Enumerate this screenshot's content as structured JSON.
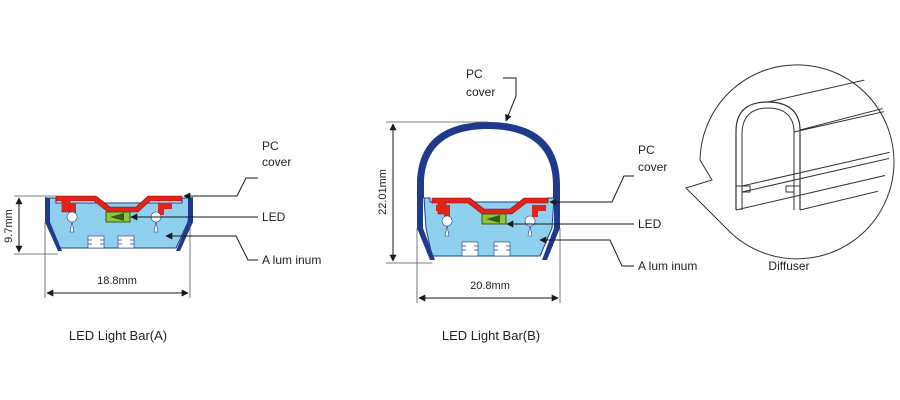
{
  "colors": {
    "housing_outline": "#1f3a8c",
    "aluminium_fill": "#8fd0ee",
    "pc_cover_red": "#e2231a",
    "led_green": "#8cc63f",
    "led_dark": "#3a5a1a",
    "ink": "#1a1a1a"
  },
  "bar_a": {
    "caption": "LED Light Bar(A)",
    "labels": {
      "pc_cover_line1": "PC",
      "pc_cover_line2": "cover",
      "led": "LED",
      "aluminium": "A lum inum"
    },
    "dims": {
      "height": "9.7mm",
      "width": "18.8mm"
    }
  },
  "bar_b": {
    "caption": "LED Light Bar(B)",
    "labels": {
      "top_cover_line1": "PC",
      "top_cover_line2": "cover",
      "pc_cover_line1": "PC",
      "pc_cover_line2": "cover",
      "led": "LED",
      "aluminium": "A lum inum"
    },
    "dims": {
      "height": "22.01mm",
      "width": "20.8mm"
    }
  },
  "diffuser": {
    "label": "Diffuser"
  }
}
